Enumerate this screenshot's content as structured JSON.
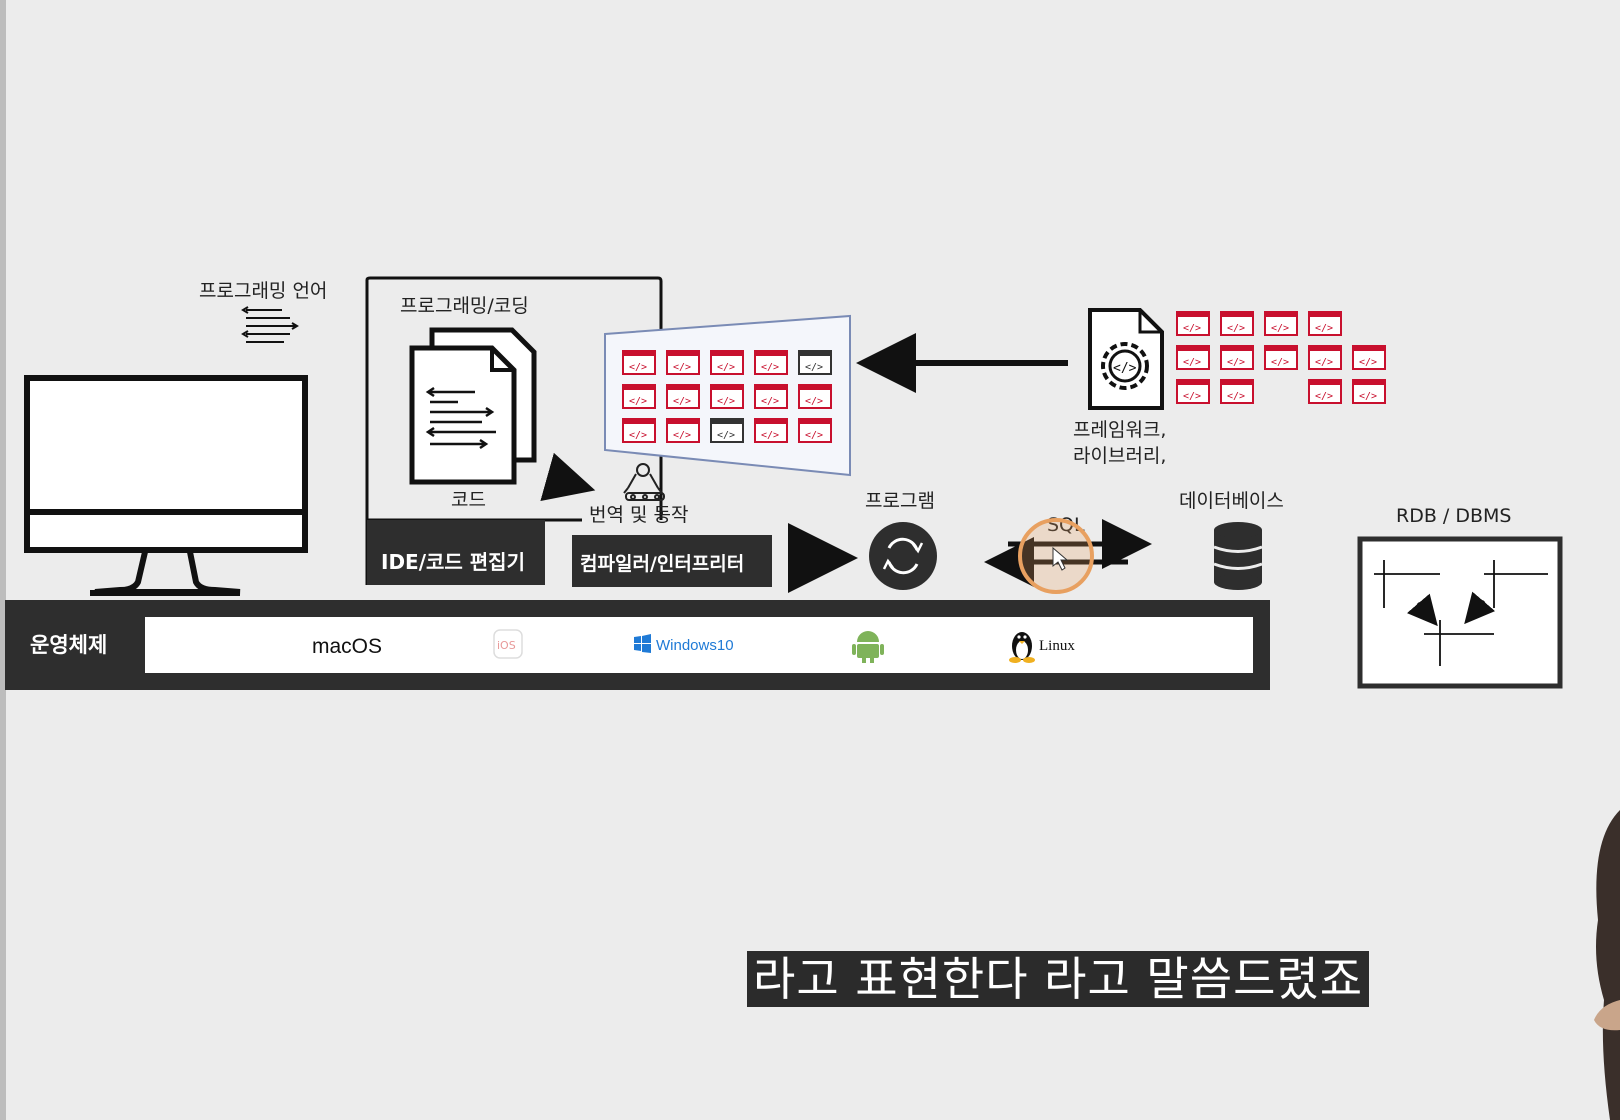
{
  "diagram": {
    "programming_language": "프로그래밍 언어",
    "programming_coding": "프로그래밍/코딩",
    "code": "코드",
    "ide_label": "IDE/코드 편집기",
    "translate_run": "번역 및 동작",
    "compiler_label": "컴파일러/인터프리터",
    "program": "프로그램",
    "sql": "SQL",
    "database": "데이터베이스",
    "framework": "프레임워크,",
    "library": "라이브러리,",
    "rdb": "RDB / DBMS",
    "os_label": "운영체제",
    "os_items": [
      "macOS",
      "iOS",
      "Windows10",
      "Linux"
    ],
    "code_icon_text": "</>",
    "colors": {
      "accent": "#c8102e",
      "dark": "#2e2e2e",
      "bg": "#ececec",
      "cursor": "#e8a060"
    }
  },
  "subtitle": "라고 표현한다 라고 말씀드렸죠"
}
